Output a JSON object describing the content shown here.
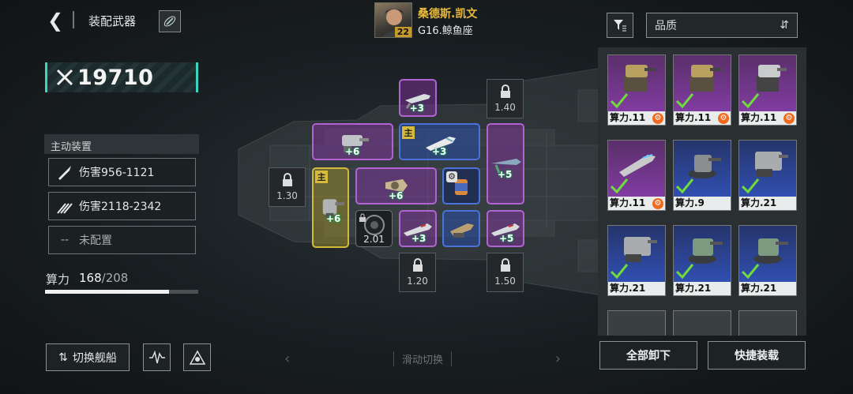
{
  "header": {
    "back_icon": "chevron-left-icon",
    "title": "装配武器",
    "pilot_name": "桑德斯.凯文",
    "pilot_level": "22",
    "ship_name": "G16.鲸鱼座"
  },
  "power": {
    "value": "19710",
    "icon": "crossed-swords-icon"
  },
  "active": {
    "heading": "主动装置",
    "items": [
      {
        "icon": "missile-icon",
        "label": "伤害956-1121"
      },
      {
        "icon": "multi-missile-icon",
        "label": "伤害2118-2342"
      },
      {
        "icon": "dash-icon",
        "label": "未配置",
        "prefix": "--"
      }
    ]
  },
  "capacity": {
    "label": "算力",
    "used": "168",
    "total": "/208",
    "fraction": 0.8077
  },
  "bottom": {
    "swap_label": "切换舰船",
    "slide_label": "滑动切换"
  },
  "slots": {
    "main_tag": "主",
    "bonuses": {
      "s1": "+3",
      "s2": "+6",
      "s3": "+3",
      "s4": "+5",
      "s5": "+6",
      "s6": "+3",
      "s7": "+5",
      "s8": "+6"
    },
    "locks": {
      "l1": "1.40",
      "l2": "1.30",
      "l3": "1.20",
      "l4": "1.50",
      "l5": "2.01"
    }
  },
  "inventory": {
    "filter_icon": "filter-icon",
    "sort_label": "品质",
    "cards": [
      {
        "cost": "算力.11",
        "rarity": "purple",
        "gear": true
      },
      {
        "cost": "算力.11",
        "rarity": "purple",
        "gear": true
      },
      {
        "cost": "算力.11",
        "rarity": "purple",
        "gear": true
      },
      {
        "cost": "算力.11",
        "rarity": "purple",
        "gear": true
      },
      {
        "cost": "算力.9",
        "rarity": "blue",
        "gear": false
      },
      {
        "cost": "算力.21",
        "rarity": "blue",
        "gear": false
      },
      {
        "cost": "算力.21",
        "rarity": "blue",
        "gear": false
      },
      {
        "cost": "算力.21",
        "rarity": "blue",
        "gear": false
      },
      {
        "cost": "算力.21",
        "rarity": "blue",
        "gear": false
      }
    ],
    "unequip_all": "全部卸下",
    "quick_equip": "快捷装载"
  },
  "colors": {
    "accent": "#3bd5c0",
    "purple": "#b263d2",
    "blue": "#4a72d8",
    "gold": "#d7b93b",
    "orange": "#f06a1e"
  }
}
